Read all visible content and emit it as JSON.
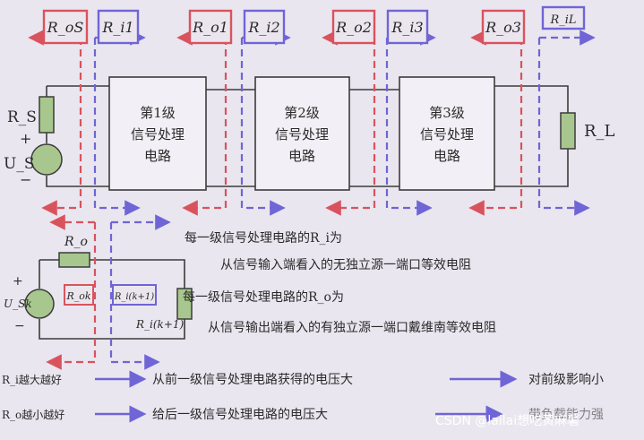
{
  "colors": {
    "red": "#d9535e",
    "blue": "#6f65d6",
    "wire": "#3b3b3b",
    "green_resistor": "#a8c78e"
  },
  "top_labels": {
    "ro_s": "R_oS",
    "ri1": "R_i1",
    "ro1": "R_o1",
    "ri2": "R_i2",
    "ro2": "R_o2",
    "ri3": "R_i3",
    "ro3": "R_o3",
    "ril": "R_iL"
  },
  "stages": [
    {
      "line1": "第1级",
      "line2": "信号处理",
      "line3": "电路"
    },
    {
      "line1": "第2级",
      "line2": "信号处理",
      "line3": "电路"
    },
    {
      "line1": "第3级",
      "line2": "信号处理",
      "line3": "电路"
    }
  ],
  "source": {
    "rs": "R_S",
    "us": "U_S",
    "plus": "+",
    "minus": "−"
  },
  "load": {
    "rl": "R_L"
  },
  "sub_circuit": {
    "ro_top": "R_o",
    "us": "U_Sk",
    "plus": "+",
    "minus": "−",
    "ro_box": "R_ok",
    "ri_box": "R_i(k+1)",
    "ri_res": "R_i(k+1)"
  },
  "notes": {
    "ri_line1": "每一级信号处理电路的R_i为",
    "ri_line2": "从信号输入端看入的无独立源一端口等效电阻",
    "ro_line1": "每一级信号处理电路的R_o为",
    "ro_line2": "从信号输出端看入的有独立源一端口戴维南等效电阻",
    "ri_big_left": "R_i越大越好",
    "ri_big_mid": "从前一级信号处理电路获得的电压大",
    "ri_big_right": "对前级影响小",
    "ro_small_left": "R_o越小越好",
    "ro_small_mid": "给后一级信号处理电路的电压大",
    "ro_small_right": "带负载能力强"
  },
  "watermark": "CSDN @lailai想吃黄麻薯"
}
